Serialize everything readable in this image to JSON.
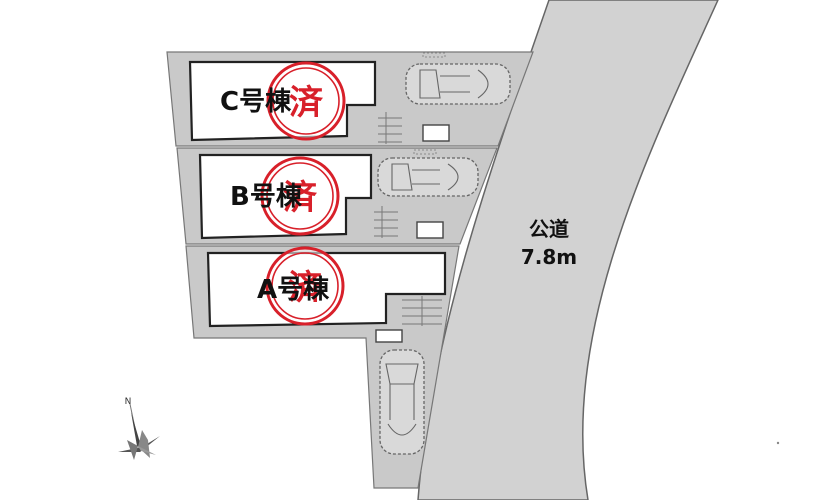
{
  "lots": [
    {
      "id": "C",
      "label": "C号棟",
      "stamp": "済"
    },
    {
      "id": "B",
      "label": "B号棟",
      "stamp": "済"
    },
    {
      "id": "A",
      "label": "A号棟",
      "stamp": "済"
    }
  ],
  "road": {
    "name": "公道",
    "width": "7.8m"
  },
  "compass": {
    "north": "N"
  },
  "colors": {
    "stamp": "#d8202a",
    "lot": "#c9c9c9",
    "road": "#d2d2d2"
  }
}
